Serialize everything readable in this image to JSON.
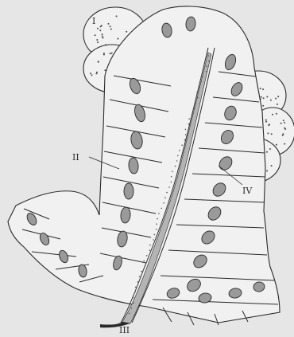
{
  "figure": {
    "labels": {
      "I": "I",
      "II": "II",
      "III": "III",
      "IV": "IV"
    },
    "colors": {
      "background": "#e6e6e6",
      "cell_fill": "#f1f1f1",
      "ink": "#2a2a2a",
      "nucleus": "#9a9a9a",
      "lumen_fill": "#b4b4b4"
    }
  }
}
